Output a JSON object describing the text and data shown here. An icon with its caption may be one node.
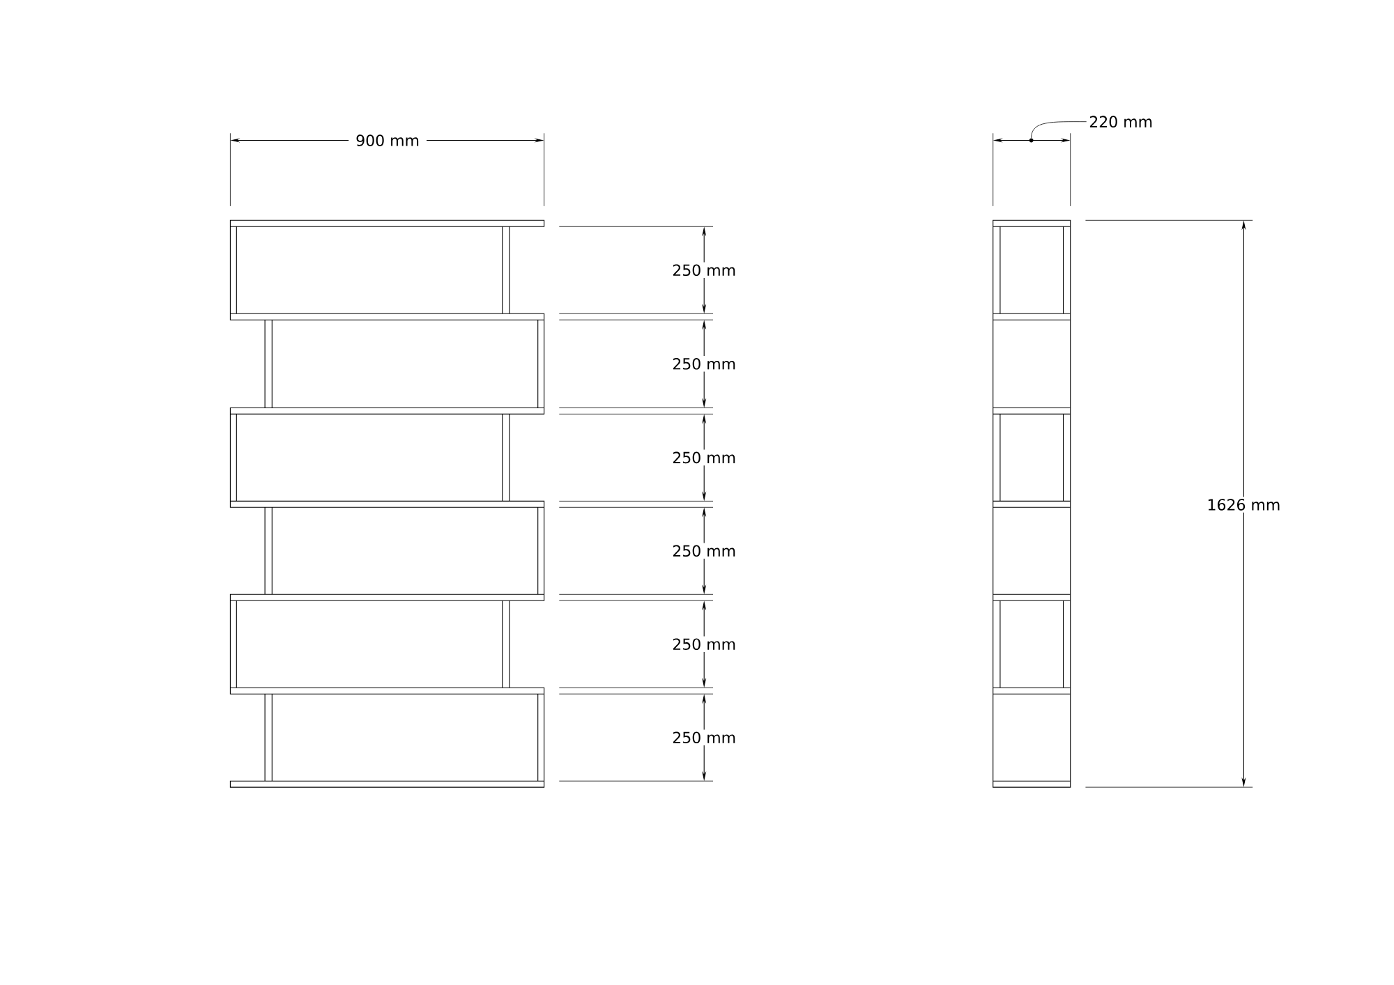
{
  "diagram": {
    "nodes": [
      {
        "text": [
          "220 mm"
        ]
      },
      {
        "text": [],
        "shape": "circle"
      }
    ],
    "edges": [
      {
        "from": 0,
        "to": 1,
        "arrow": "none"
      }
    ],
    "labels": [
      "900 mm",
      "250 mm",
      "250 mm",
      "250 mm",
      "250 mm",
      "250 mm",
      "250 mm",
      "1626 mm"
    ]
  }
}
